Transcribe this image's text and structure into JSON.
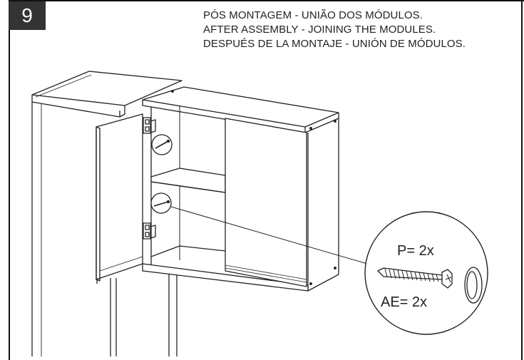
{
  "step": {
    "number": "9"
  },
  "title": {
    "pt": "PÓS MONTAGEM - UNIÃO DOS MÓDULOS.",
    "en": "AFTER ASSEMBLY - JOINING THE MODULES.",
    "es": "DESPUÉS DE LA MONTAJE - UNIÓN DE MÓDULOS."
  },
  "callout": {
    "screw_qty": "P= 2x",
    "washer_qty": "AE= 2x"
  },
  "colors": {
    "badge_bg": "#333333",
    "line": "#222222"
  }
}
